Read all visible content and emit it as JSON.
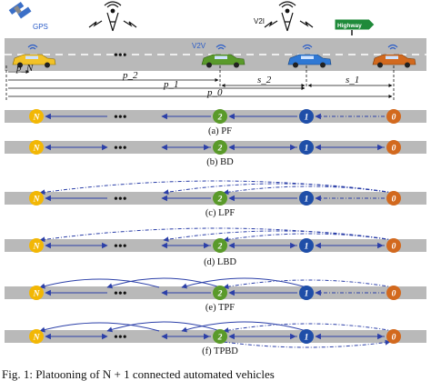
{
  "scene": {
    "gps_label": "GPS",
    "v2v_label": "V2V",
    "v2i_label": "V2I",
    "highway_sign": "Highway",
    "dots": "•••",
    "positions": [
      "p_N",
      "p_2",
      "p_1",
      "p_0"
    ],
    "spacings": [
      "s_2",
      "s_1"
    ]
  },
  "nodes": [
    {
      "label": "N",
      "color": "#f2b705"
    },
    {
      "label": "2",
      "color": "#5a9a2a"
    },
    {
      "label": "1",
      "color": "#1f4ea8"
    },
    {
      "label": "0",
      "color": "#d2691e"
    }
  ],
  "topologies": [
    {
      "caption": "(a) PF"
    },
    {
      "caption": "(b) BD"
    },
    {
      "caption": "(c) LPF"
    },
    {
      "caption": "(d) LBD"
    },
    {
      "caption": "(e) TPF"
    },
    {
      "caption": "(f) TPBD"
    }
  ],
  "figure_caption": "Fig. 1: Platooning of N + 1 connected automated vehicles",
  "colors": {
    "road": "#b9b9b9",
    "arrow": "#2b3fa8",
    "v2v_arrow": "#2d6e2d",
    "sign": "#1f8a3a"
  }
}
